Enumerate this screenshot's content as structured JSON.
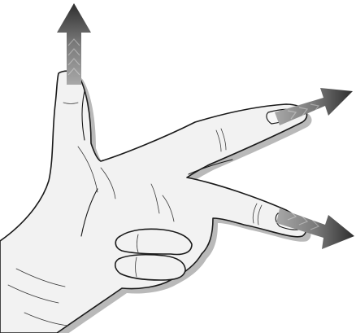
{
  "figure": {
    "subject": "hand-right-hand-rule",
    "arrows": [
      {
        "id": "thumb-arrow",
        "direction": "up"
      },
      {
        "id": "index-arrow",
        "direction": "right-up"
      },
      {
        "id": "middle-arrow",
        "direction": "right-down"
      }
    ],
    "colors": {
      "background": "#ffffff",
      "skin": "#f2f2f2",
      "outline": "#1a1a1a",
      "shadow": "#b9b9b9",
      "arrow_dark": "#3c3c3c",
      "arrow_light": "#9a9a9a"
    }
  }
}
